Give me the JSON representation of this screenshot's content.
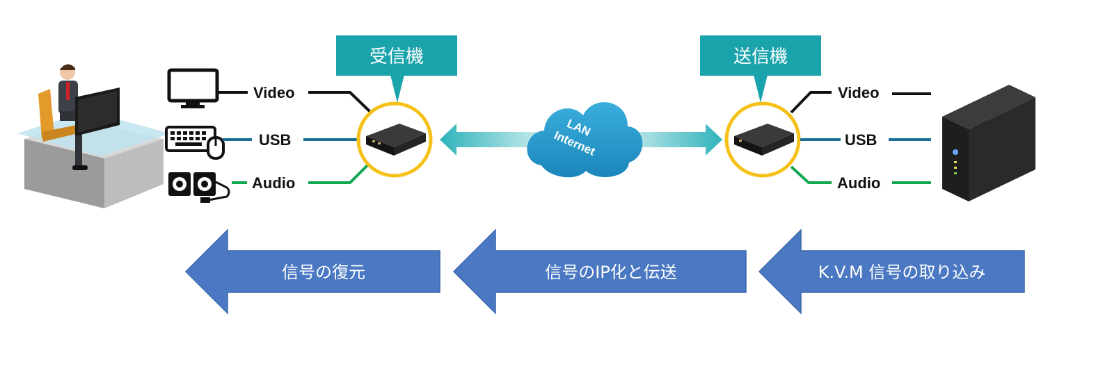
{
  "colors": {
    "callout": "#1aa3ab",
    "ring": "#f5c118",
    "video_line": "#111111",
    "usb_line": "#1b6f9a",
    "audio_line": "#12a84f",
    "flow_arrow": "#4a78c2",
    "cloud": "#1f96c8",
    "link_arrow": "#4fc1c8"
  },
  "receiver": {
    "callout": "受信機",
    "ports": {
      "video": "Video",
      "usb": "USB",
      "audio": "Audio"
    }
  },
  "transmitter": {
    "callout": "送信機",
    "ports": {
      "video": "Video",
      "usb": "USB",
      "audio": "Audio"
    }
  },
  "network": {
    "line1": "LAN",
    "line2": "Internet"
  },
  "flow": [
    {
      "label": "信号の復元"
    },
    {
      "label": "信号のIP化と伝送"
    },
    {
      "label": "K.V.M 信号の取り込み"
    }
  ],
  "icons": [
    "user-at-desk-icon",
    "monitor-icon",
    "keyboard-mouse-icon",
    "speakers-icon",
    "kvm-extender-icon",
    "cloud-icon",
    "pc-tower-icon"
  ]
}
